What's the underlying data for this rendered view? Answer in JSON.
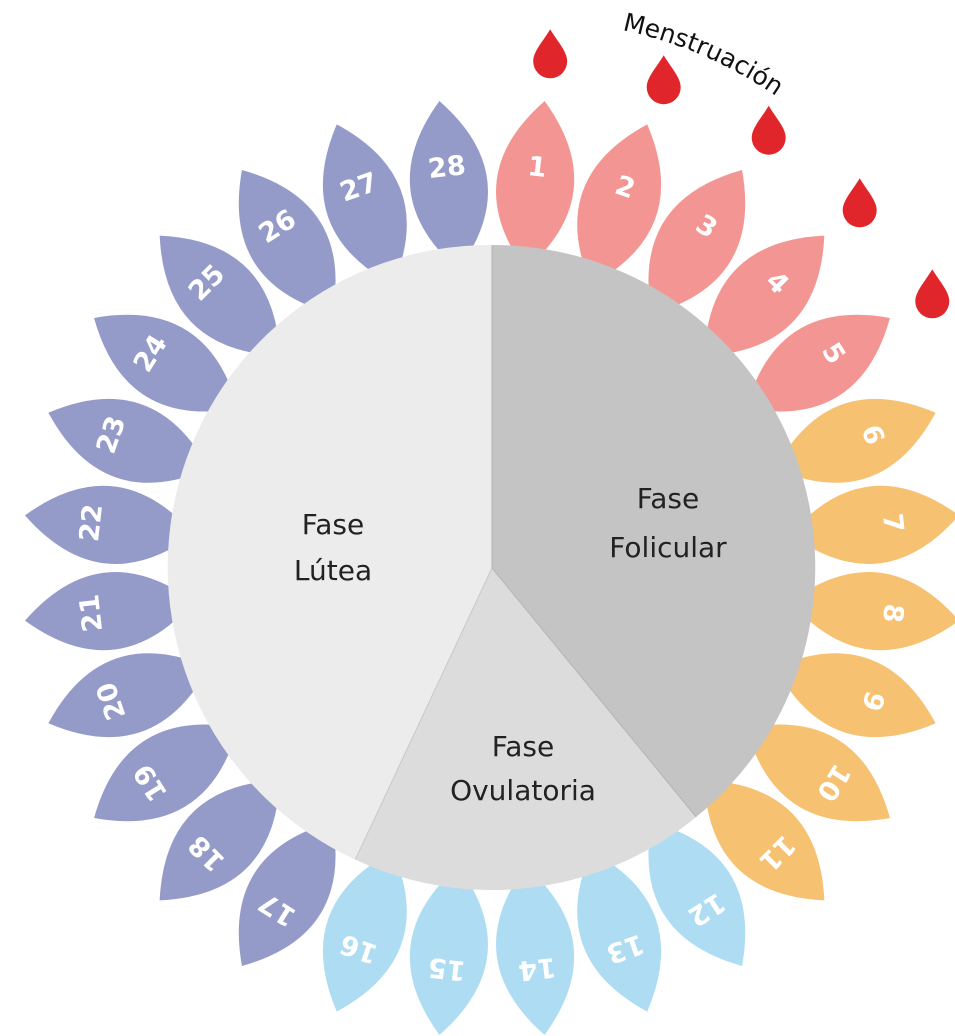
{
  "diagram": {
    "menstruation_label": "Menstruación",
    "days": [
      {
        "day": "1",
        "phase": "menstruacion"
      },
      {
        "day": "2",
        "phase": "menstruacion"
      },
      {
        "day": "3",
        "phase": "menstruacion"
      },
      {
        "day": "4",
        "phase": "menstruacion"
      },
      {
        "day": "5",
        "phase": "menstruacion"
      },
      {
        "day": "6",
        "phase": "folicular"
      },
      {
        "day": "7",
        "phase": "folicular"
      },
      {
        "day": "8",
        "phase": "folicular"
      },
      {
        "day": "9",
        "phase": "folicular"
      },
      {
        "day": "10",
        "phase": "folicular"
      },
      {
        "day": "11",
        "phase": "folicular"
      },
      {
        "day": "12",
        "phase": "ovulatoria"
      },
      {
        "day": "13",
        "phase": "ovulatoria"
      },
      {
        "day": "14",
        "phase": "ovulatoria"
      },
      {
        "day": "15",
        "phase": "ovulatoria"
      },
      {
        "day": "16",
        "phase": "ovulatoria"
      },
      {
        "day": "17",
        "phase": "lutea"
      },
      {
        "day": "18",
        "phase": "lutea"
      },
      {
        "day": "19",
        "phase": "lutea"
      },
      {
        "day": "20",
        "phase": "lutea"
      },
      {
        "day": "21",
        "phase": "lutea"
      },
      {
        "day": "22",
        "phase": "lutea"
      },
      {
        "day": "23",
        "phase": "lutea"
      },
      {
        "day": "24",
        "phase": "lutea"
      },
      {
        "day": "25",
        "phase": "lutea"
      },
      {
        "day": "26",
        "phase": "lutea"
      },
      {
        "day": "27",
        "phase": "lutea"
      },
      {
        "day": "28",
        "phase": "lutea"
      }
    ],
    "phase_colors": {
      "menstruacion": "#ee6e6a",
      "folicular": "#f3a93a",
      "ovulatoria": "#8fd0ef",
      "lutea": "#6c74b4"
    },
    "blood_drop_color": "#e0262a",
    "blood_drop_count": 5,
    "sectors": {
      "folicular": {
        "line1": "Fase",
        "line2": "Folicular",
        "color": "#c4c4c4"
      },
      "ovulatoria": {
        "line1": "Fase",
        "line2": "Ovulatoria",
        "color": "#dcdcdc"
      },
      "lutea": {
        "line1": "Fase",
        "line2": "Lútea",
        "color": "#ececec"
      }
    }
  }
}
